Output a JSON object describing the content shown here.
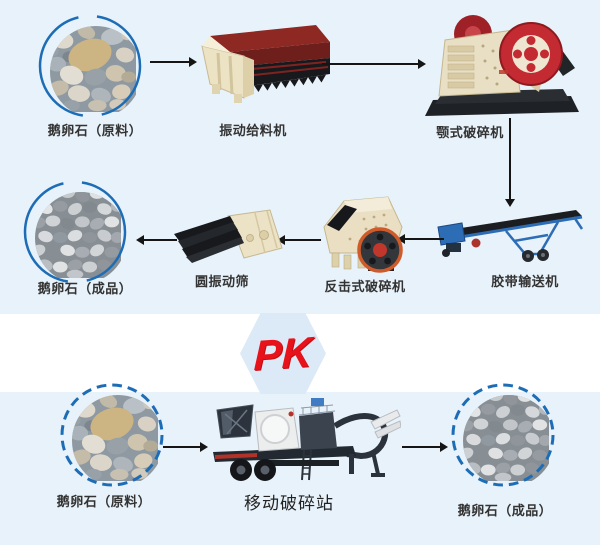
{
  "colors": {
    "background": "#e8f2fa",
    "divider_band": "#ffffff",
    "hexagon_fill": "#dce9f6",
    "pk_red": "#e8121a",
    "circle_border_blue": "#1d6db6",
    "label_text": "#333333",
    "machine_cream": "#eadfc3",
    "machine_red": "#c32a32",
    "conveyor_blue": "#2d6db5"
  },
  "stationary_line": {
    "raw_material": "鹅卵石（原料）",
    "feeder": "振动给料机",
    "jaw_crusher": "颚式破碎机",
    "belt_conveyor": "胶带输送机",
    "impact_crusher": "反击式破碎机",
    "vibrating_screen": "圆振动筛",
    "finished_product": "鹅卵石（成品）"
  },
  "divider": {
    "label": "PK"
  },
  "mobile_line": {
    "raw_material": "鹅卵石（原料）",
    "mobile_station": "移动破碎站",
    "finished_product": "鹅卵石（成品）"
  }
}
